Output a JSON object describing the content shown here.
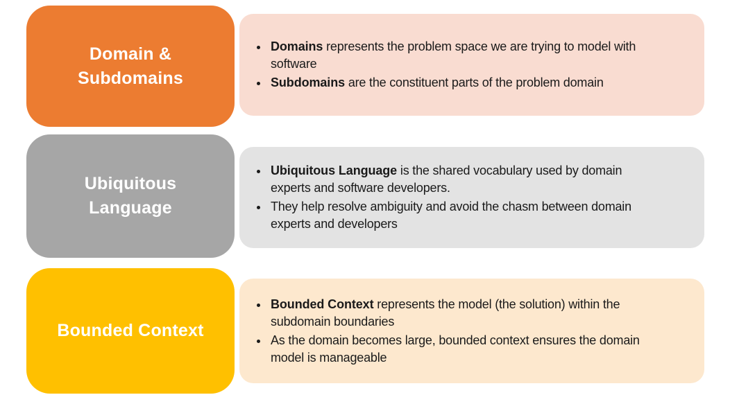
{
  "diagram": {
    "background": "#FFFFFF",
    "title_color": "#FFFFFF",
    "body_text_color": "#1A1A1A"
  },
  "rows": [
    {
      "id": "domain-subdomains",
      "title": "Domain &\nSubdomains",
      "label_bg": "#EC7C31",
      "panel_bg": "#F9DCD1",
      "bullets": [
        {
          "bold": "Domains",
          "text": " represents the problem space we are trying to model with software"
        },
        {
          "bold": "Subdomains",
          "text": " are the constituent parts of the problem domain"
        }
      ]
    },
    {
      "id": "ubiquitous-language",
      "title": "Ubiquitous\nLanguage",
      "label_bg": "#A6A6A6",
      "panel_bg": "#E3E3E3",
      "bullets": [
        {
          "bold": "Ubiquitous Language",
          "text": " is the shared vocabulary used by domain experts and software developers."
        },
        {
          "bold": "",
          "text": "They help resolve ambiguity and avoid the chasm between domain experts and developers"
        }
      ]
    },
    {
      "id": "bounded-context",
      "title": "Bounded Context",
      "label_bg": "#FFC000",
      "panel_bg": "#FDE8CE",
      "bullets": [
        {
          "bold": "Bounded Context",
          "text": " represents the model (the solution) within the subdomain boundaries"
        },
        {
          "bold": "",
          "text": "As the domain becomes large, bounded context ensures the domain model is manageable"
        }
      ]
    }
  ]
}
